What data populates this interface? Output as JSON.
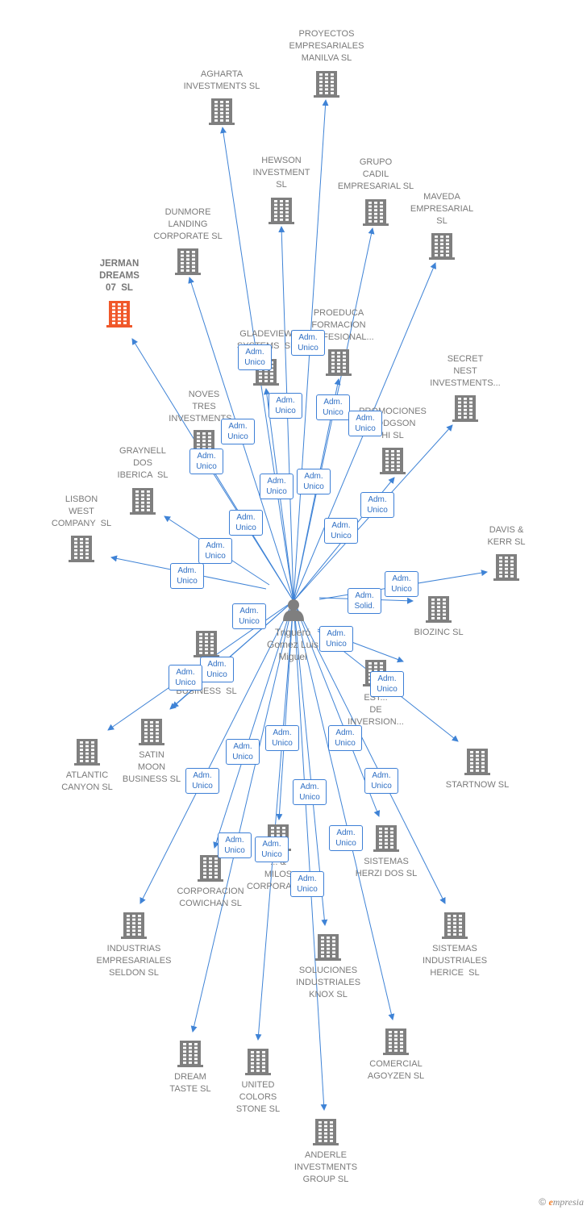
{
  "person": {
    "name": "Trigueró\nGomez Luis\nMiguel"
  },
  "colors": {
    "edge": "#3f83d6",
    "node": "#7f7f7f",
    "highlight": "#f0582a",
    "badge_text": "#2f6fc4"
  },
  "companies": [
    {
      "id": "proyectos",
      "label": "PROYECTOS\nEMPRESARIALES\nMANILVA SL"
    },
    {
      "id": "agharta",
      "label": "AGHARTA\nINVESTMENTS SL"
    },
    {
      "id": "hewson",
      "label": "HEWSON\nINVESTMENT\nSL"
    },
    {
      "id": "grupo_cadil",
      "label": "GRUPO\nCADIL\nEMPRESARIAL SL"
    },
    {
      "id": "maveda",
      "label": "MAVEDA\nEMPRESARIAL\nSL"
    },
    {
      "id": "dunmore",
      "label": "DUNMORE\nLANDING\nCORPORATE SL"
    },
    {
      "id": "jerman",
      "label": "JERMAN\nDREAMS\n07  SL",
      "highlight": true
    },
    {
      "id": "proeduca",
      "label": "PROEDUCA\nFORMACION\nPROFESIONAL..."
    },
    {
      "id": "gladeview",
      "label": "GLADEVIEW\nSYSTEMS  SL"
    },
    {
      "id": "secret_nest",
      "label": "SECRET\nNEST\nINVESTMENTS..."
    },
    {
      "id": "noves_tres",
      "label": "NOVES\nTRES\nINVESTMENTS..."
    },
    {
      "id": "promociones",
      "label": "PROMOCIONES\nHODGSON\nHI SL"
    },
    {
      "id": "graynell",
      "label": "GRAYNELL\nDOS\nIBERICA  SL"
    },
    {
      "id": "lisbon",
      "label": "LISBON\nWEST\nCOMPANY  SL"
    },
    {
      "id": "davis",
      "label": "DAVIS &\nKERR SL"
    },
    {
      "id": "biozinc",
      "label": "BIOZINC SL"
    },
    {
      "id": "business_hidden",
      "label": "D...\nBUSINESS  SL"
    },
    {
      "id": "estudios",
      "label": "EST...\nDE\nINVERSION..."
    },
    {
      "id": "atlantic",
      "label": "ATLANTIC\nCANYON SL"
    },
    {
      "id": "satin",
      "label": "SATIN\nMOON\nBUSINESS SL"
    },
    {
      "id": "startnow",
      "label": "STARTNOW SL"
    },
    {
      "id": "milos",
      "label": "... &\nMILOS\nCORPORATE..."
    },
    {
      "id": "herzi",
      "label": "SISTEMAS\nHERZI DOS SL"
    },
    {
      "id": "cowichan",
      "label": "CORPORACION\nCOWICHAN SL"
    },
    {
      "id": "seldon",
      "label": "INDUSTRIAS\nEMPRESARIALES\nSELDON SL"
    },
    {
      "id": "herice",
      "label": "SISTEMAS\nINDUSTRIALES\nHERICE  SL"
    },
    {
      "id": "knox",
      "label": "SOLUCIONES\nINDUSTRIALES\nKNOX SL"
    },
    {
      "id": "agoyzen",
      "label": "COMERCIAL\nAGOYZEN SL"
    },
    {
      "id": "dream_taste",
      "label": "DREAM\nTASTE SL"
    },
    {
      "id": "united_colors",
      "label": "UNITED\nCOLORS\nSTONE SL"
    },
    {
      "id": "anderle",
      "label": "ANDERLE\nINVESTMENTS\nGROUP SL"
    }
  ],
  "edges": [
    {
      "to": "proyectos",
      "role": "Adm.\nUnico"
    },
    {
      "to": "agharta",
      "role": "Adm.\nUnico"
    },
    {
      "to": "hewson",
      "role": "Adm.\nUnico"
    },
    {
      "to": "grupo_cadil",
      "role": "Adm.\nUnico"
    },
    {
      "to": "maveda",
      "role": "Adm.\nUnico"
    },
    {
      "to": "dunmore",
      "role": "Adm.\nUnico"
    },
    {
      "to": "jerman",
      "role": "Adm.\nUnico"
    },
    {
      "to": "proeduca",
      "role": "Adm.\nUnico"
    },
    {
      "to": "gladeview",
      "role": "Adm.\nUnico"
    },
    {
      "to": "secret_nest",
      "role": "Adm.\nUnico"
    },
    {
      "to": "noves_tres",
      "role": "Adm.\nUnico"
    },
    {
      "to": "promociones",
      "role": "Adm.\nUnico"
    },
    {
      "to": "graynell",
      "role": "Adm.\nUnico"
    },
    {
      "to": "lisbon",
      "role": "Adm.\nUnico"
    },
    {
      "to": "davis",
      "role": "Adm.\nUnico"
    },
    {
      "to": "biozinc",
      "role": "Adm.\nSolid."
    },
    {
      "to": "business_hidden",
      "role": "Adm.\nUnico"
    },
    {
      "to": "estudios",
      "role": "Adm.\nUnico"
    },
    {
      "to": "atlantic",
      "role": "Adm.\nUnico"
    },
    {
      "to": "satin",
      "role": "Adm.\nUnico"
    },
    {
      "to": "startnow",
      "role": "Adm.\nUnico"
    },
    {
      "to": "milos",
      "role": "Adm.\nUnico"
    },
    {
      "to": "herzi",
      "role": "Adm.\nUnico"
    },
    {
      "to": "cowichan",
      "role": "Adm.\nUnico"
    },
    {
      "to": "seldon",
      "role": "Adm.\nUnico"
    },
    {
      "to": "herice",
      "role": "Adm.\nUnico"
    },
    {
      "to": "knox",
      "role": "Adm.\nUnico"
    },
    {
      "to": "agoyzen",
      "role": "Adm.\nUnico"
    },
    {
      "to": "dream_taste",
      "role": "Adm.\nUnico"
    },
    {
      "to": "united_colors",
      "role": "Adm.\nUnico"
    },
    {
      "to": "anderle",
      "role": "Adm.\nUnico"
    }
  ],
  "watermark": {
    "copyright": "©",
    "brand_e": "e",
    "brand_rest": "mpresia"
  }
}
